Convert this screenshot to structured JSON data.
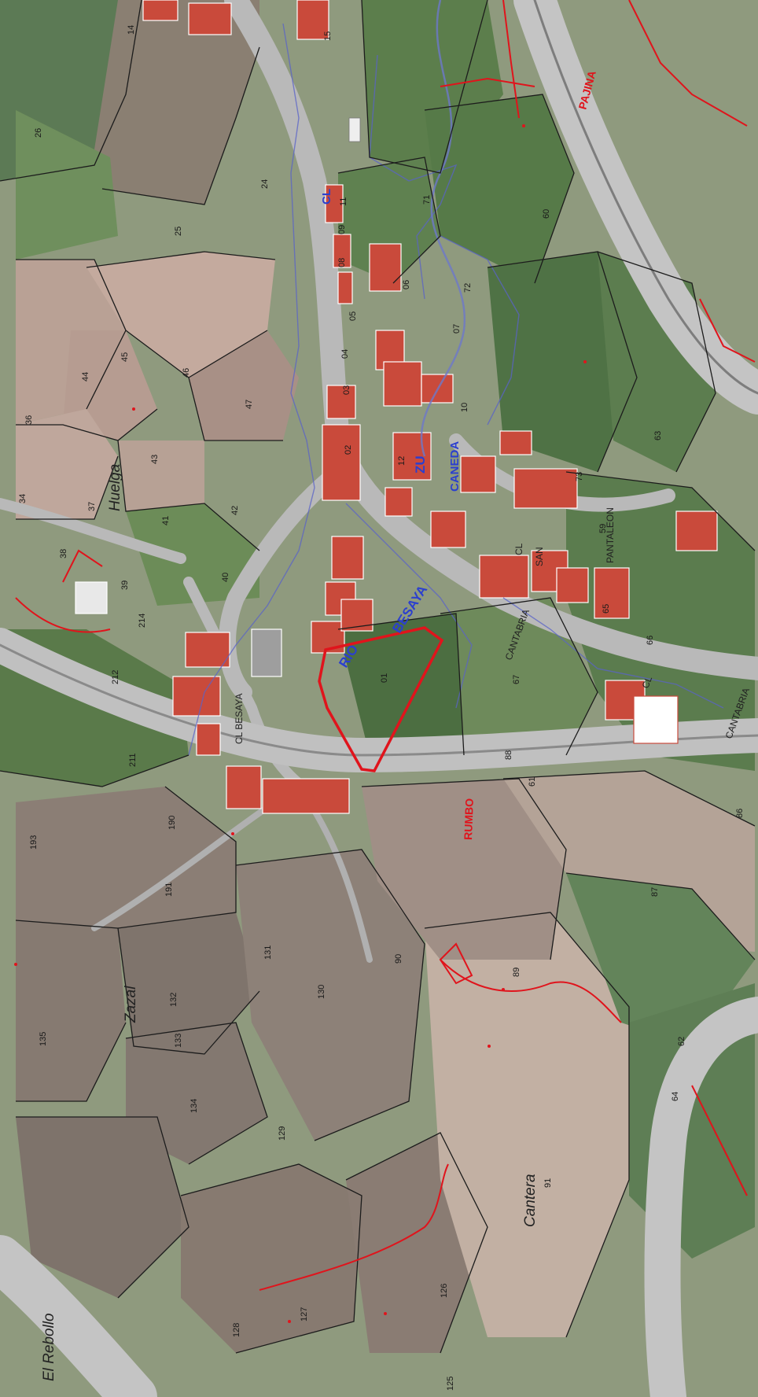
{
  "map": {
    "place_labels": {
      "huelga": "Huelga",
      "zazal": "Zazal",
      "cantera": "Cantera",
      "el_rebollo": "El Rebollo"
    },
    "street_labels": {
      "cl_top": "CL",
      "zu": "ZU",
      "caneda": "CANEDA",
      "cl_san": "CL",
      "san": "SAN",
      "pantaleon": "PANTALEON",
      "rio": "RIO",
      "besaya_main": "BESAYA",
      "cantabria": "CANTABRIA",
      "cl_besaya": "CL BESAYA",
      "cl_cantabria": "CL",
      "cantabria_br": "CANTABRIA"
    },
    "red_labels": {
      "top_right": "PAJINA",
      "right_mid": "",
      "bottom_road": "RUMBO"
    },
    "parcel_numbers": {
      "p26": "26",
      "p24": "24",
      "p25": "25",
      "p36": "36",
      "p44": "44",
      "p45": "45",
      "p46": "46",
      "p47": "47",
      "p43": "43",
      "p34": "34",
      "p37": "37",
      "p38": "38",
      "p39": "39",
      "p41": "41",
      "p42": "42",
      "p40": "40",
      "p214": "214",
      "p212": "212",
      "p211": "211",
      "p193": "193",
      "p191": "191",
      "p190": "190",
      "p131": "131",
      "p132": "132",
      "p133": "133",
      "p134": "134",
      "p135": "135",
      "p129": "129",
      "p130": "130",
      "p126": "126",
      "p127": "127",
      "p128": "128",
      "p125": "125",
      "p89": "89",
      "p87": "87",
      "p86": "86",
      "p88": "88",
      "p62": "62",
      "p64": "64",
      "p61": "61",
      "p91": "91",
      "p90": "90",
      "p63": "63",
      "p65": "65",
      "p66": "66",
      "p67": "67",
      "p60": "60",
      "p59": "59",
      "p71": "71",
      "p72": "72",
      "p73": "73",
      "p01": "01",
      "p02": "02",
      "p03": "03",
      "p04": "04",
      "p05": "05",
      "p06": "06",
      "p07": "07",
      "p08": "08",
      "p09": "09",
      "p10": "10",
      "p11": "11",
      "p12": "12",
      "p14": "14",
      "p15": "15"
    },
    "colors": {
      "selected_parcel_outline": "#e0141c",
      "street_label": "#2b3fcf",
      "road": "#b9b9b9",
      "parcel_line": "#1c1c1c",
      "field_green": "#6f8f5d",
      "field_pink": "#b79d93",
      "roof_red": "#c94a3b"
    }
  }
}
